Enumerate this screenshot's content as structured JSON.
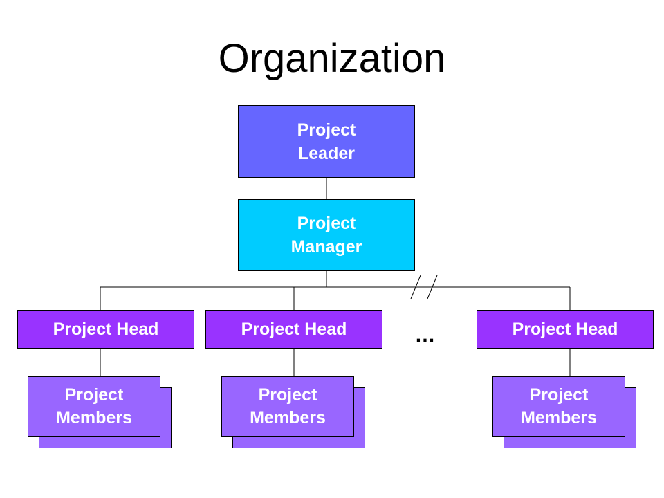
{
  "title": "Organization",
  "colors": {
    "leader": "#6666ff",
    "manager": "#00ccff",
    "head": "#9933ff",
    "members": "#9966ff"
  },
  "nodes": {
    "leader": [
      "Project",
      "Leader"
    ],
    "manager": [
      "Project",
      "Manager"
    ],
    "heads": [
      "Project Head",
      "Project Head",
      "Project Head"
    ],
    "members": [
      [
        "Project",
        "Members"
      ],
      [
        "Project",
        "Members"
      ],
      [
        "Project",
        "Members"
      ]
    ]
  },
  "ellipsis": "…"
}
